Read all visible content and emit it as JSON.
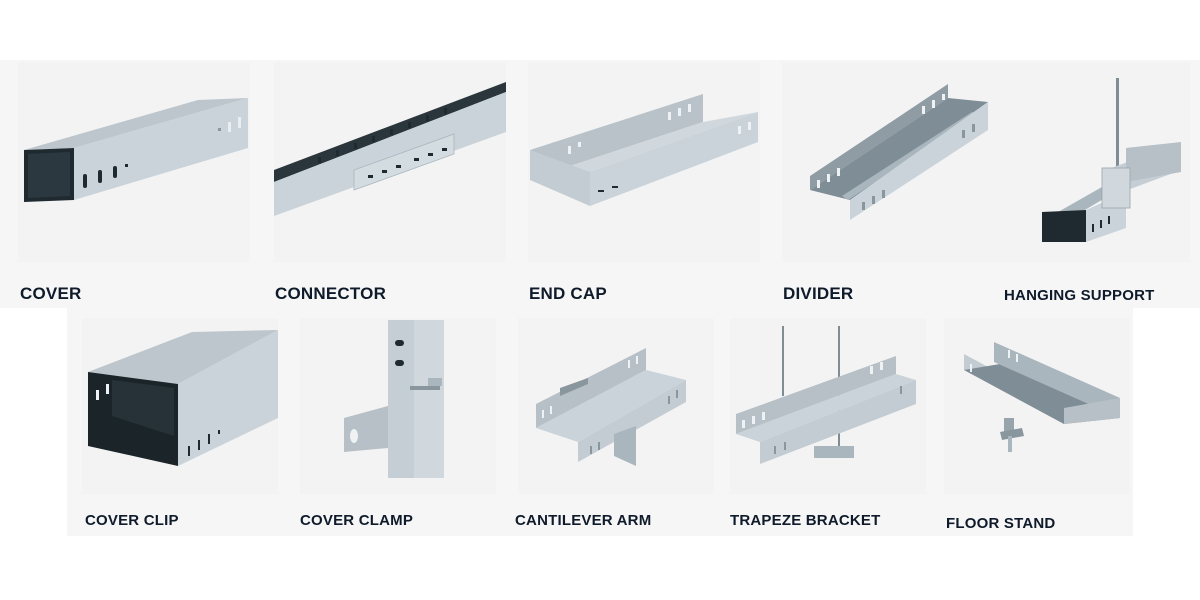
{
  "products": [
    {
      "name": "COVER"
    },
    {
      "name": "CONNECTOR"
    },
    {
      "name": "END CAP"
    },
    {
      "name": "DIVIDER"
    },
    {
      "name": "HANGING SUPPORT"
    },
    {
      "name": "COVER CLIP"
    },
    {
      "name": "COVER CLAMP"
    },
    {
      "name": "CANTILEVER ARM"
    },
    {
      "name": "TRAPEZE BRACKET"
    },
    {
      "name": "FLOOR STAND"
    }
  ],
  "colors": {
    "label": "#0f1b2b",
    "band": "#f6f6f6",
    "metal_light": "#c9d3d9",
    "metal_mid": "#aab6be",
    "metal_dark": "#1f2a30"
  }
}
